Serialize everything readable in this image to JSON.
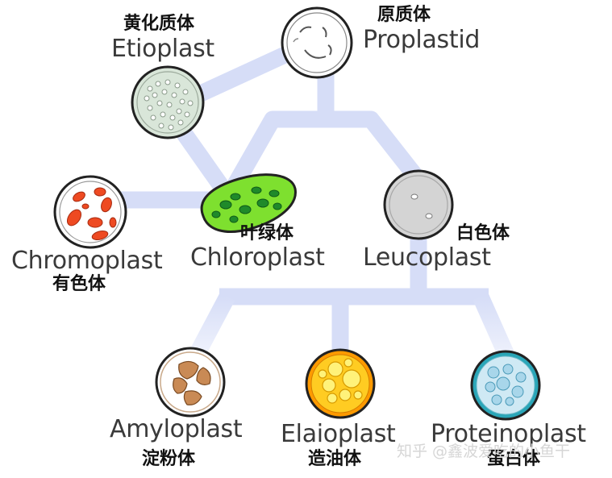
{
  "proplastid": {
    "en": "Proplastid",
    "zh": "原质体"
  },
  "etioplast": {
    "en": "Etioplast",
    "zh": "黄化质体"
  },
  "chloroplast": {
    "en": "Chloroplast",
    "zh": "叶绿体"
  },
  "chromoplast": {
    "en": "Chromoplast",
    "zh": "有色体"
  },
  "leucoplast": {
    "en": "Leucoplast",
    "zh": "白色体"
  },
  "amyloplast": {
    "en": "Amyloplast",
    "zh": "淀粉体"
  },
  "elaioplast": {
    "en": "Elaioplast",
    "zh": "造油体"
  },
  "proteinoplast": {
    "en": "Proteinoplast",
    "zh": "蛋白体"
  },
  "watermark": "知乎 @鑫波爱吃的小鱼干",
  "colors": {
    "connector": "#d6ddf7",
    "chloroplast": "#7ee02f",
    "chromoplast_pigment": "#ee4a22",
    "etioplast": "#d9e6d9",
    "leucoplast": "#d4d4d4",
    "amyloplast": "#c98a55",
    "elaioplast": "#ffcc22",
    "proteinoplast": "#cfe9f4"
  }
}
